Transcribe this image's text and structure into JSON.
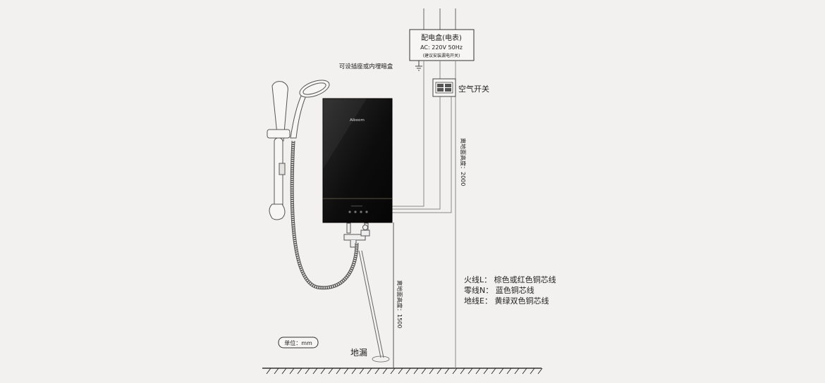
{
  "breaker_box": {
    "title": "配电盒(电表)",
    "spec": "AC: 220V  50Hz",
    "note": "(建议安装漏电开关)"
  },
  "socket_note": "可设插座或内埋暗盒",
  "air_switch_label": "空气开关",
  "heater_brand": "Aiboom",
  "height_switch": "离地面高度：2000",
  "height_heater": "离地面高度：1500",
  "wires": {
    "live": "火线L：  棕色或红色铜芯线",
    "neutral": "零线N：  蓝色铜芯线",
    "earth": "地线E：  黄绿双色铜芯线"
  },
  "unit_label": "单位：mm",
  "floor_drain_label": "地漏",
  "colors": {
    "background": "#f3f1ef",
    "line": "#555555",
    "heater_panel": "#111111"
  }
}
